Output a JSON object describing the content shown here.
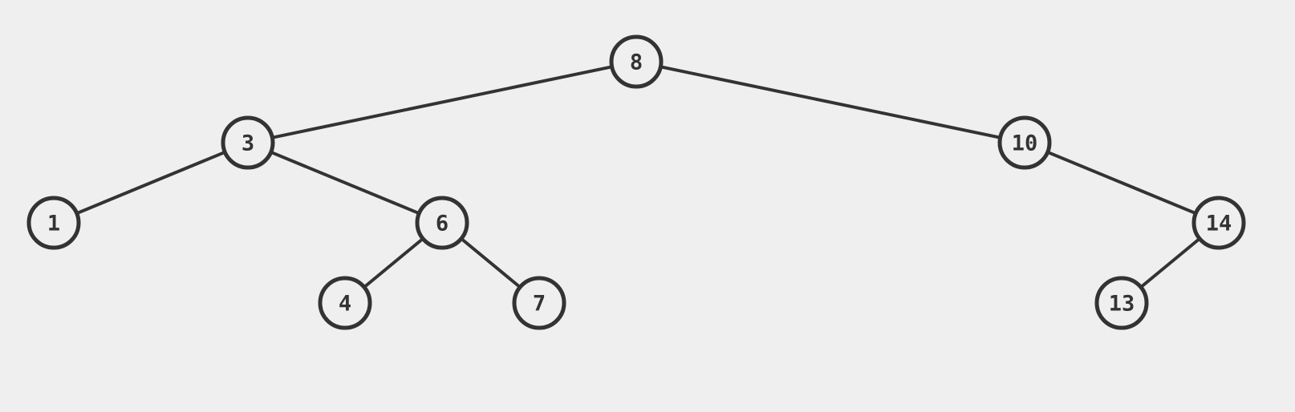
{
  "colors": {
    "background": "#efefef",
    "stroke": "#333333",
    "node_fill": "#efefef",
    "text": "#333333"
  },
  "tree": {
    "nodes": [
      {
        "id": "n8",
        "label": "8"
      },
      {
        "id": "n3",
        "label": "3"
      },
      {
        "id": "n10",
        "label": "10"
      },
      {
        "id": "n1",
        "label": "1"
      },
      {
        "id": "n6",
        "label": "6"
      },
      {
        "id": "n14",
        "label": "14"
      },
      {
        "id": "n4",
        "label": "4"
      },
      {
        "id": "n7",
        "label": "7"
      },
      {
        "id": "n13",
        "label": "13"
      }
    ],
    "edges": [
      {
        "from": "n8",
        "to": "n3"
      },
      {
        "from": "n8",
        "to": "n10"
      },
      {
        "from": "n3",
        "to": "n1"
      },
      {
        "from": "n3",
        "to": "n6"
      },
      {
        "from": "n6",
        "to": "n4"
      },
      {
        "from": "n6",
        "to": "n7"
      },
      {
        "from": "n10",
        "to": "n14"
      },
      {
        "from": "n14",
        "to": "n13"
      }
    ]
  }
}
